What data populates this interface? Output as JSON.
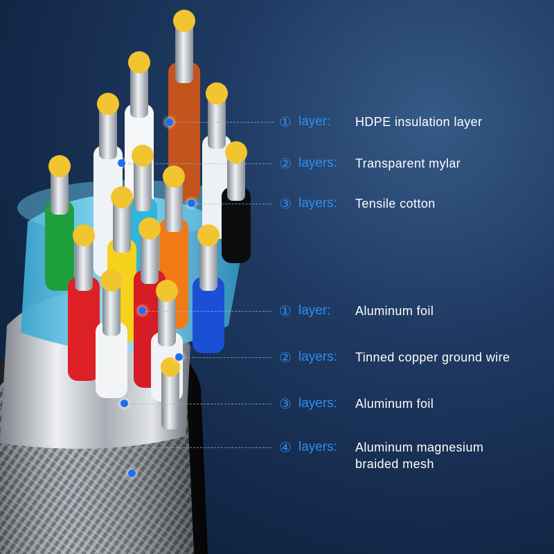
{
  "colors": {
    "accent": "#2e8ff0",
    "text": "#ffffff",
    "background": "#1b3257",
    "dot": "#1e6ff0"
  },
  "callouts": [
    {
      "number": "①",
      "unit": "layer:",
      "text": [
        "HDPE insulation layer"
      ]
    },
    {
      "number": "②",
      "unit": "layers:",
      "text": [
        "Transparent mylar"
      ]
    },
    {
      "number": "③",
      "unit": "layers:",
      "text": [
        "Tensile cotton"
      ]
    },
    {
      "number": "①",
      "unit": "layer:",
      "text": [
        "Aluminum foil"
      ]
    },
    {
      "number": "②",
      "unit": "layers:",
      "text": [
        "Tinned copper ground wire"
      ]
    },
    {
      "number": "③",
      "unit": "layers:",
      "text": [
        "Aluminum foil"
      ]
    },
    {
      "number": "④",
      "unit": "layers:",
      "text": [
        "Aluminum magnesium",
        "braided mesh"
      ]
    }
  ]
}
